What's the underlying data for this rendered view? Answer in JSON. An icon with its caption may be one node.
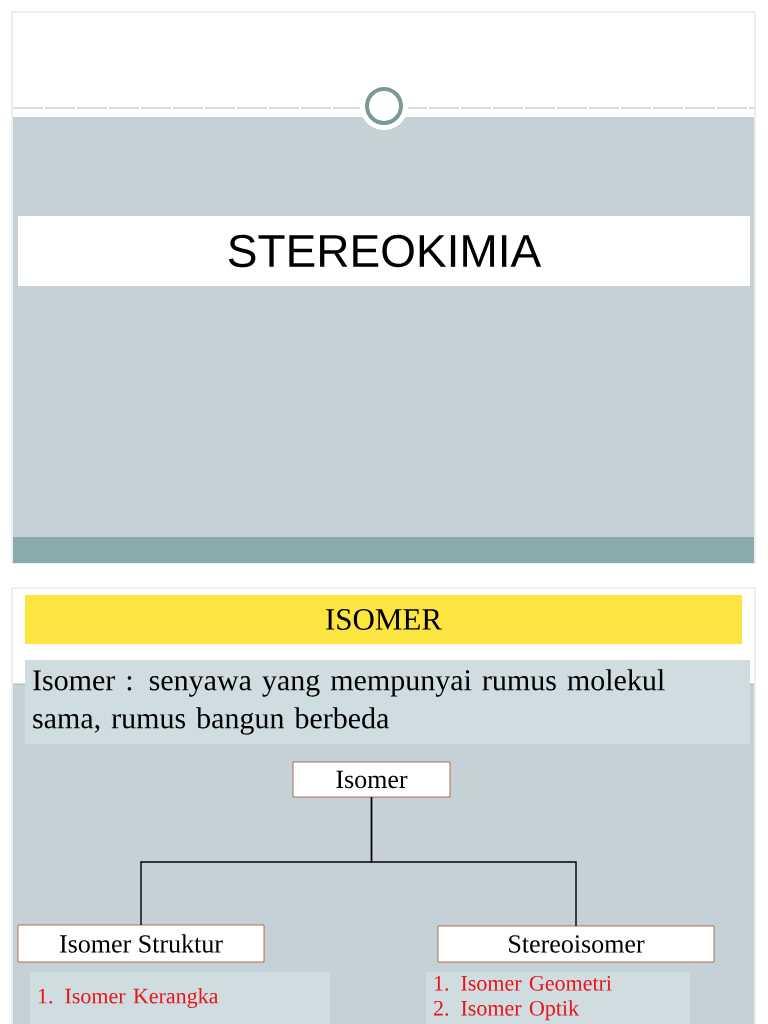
{
  "diagram": {
    "nodes": [
      {
        "text": [
          "STEREOKIMIA"
        ]
      },
      {
        "text": [
          "ISOMER"
        ]
      },
      {
        "text": [
          "Isomer : senyawa yang mempunyai rumus molekul sama, rumus bangun berbeda"
        ]
      },
      {
        "text": [
          "Isomer"
        ]
      },
      {
        "text": [
          "Isomer Struktur"
        ]
      },
      {
        "text": [
          "Stereoisomer"
        ]
      },
      {
        "text": [
          "1. Isomer Kerangka"
        ]
      },
      {
        "text": [
          "1. Isomer Geometri",
          "2. Isomer Optik"
        ]
      }
    ],
    "edges": [
      {
        "from": 3,
        "to": 4,
        "arrow": "none"
      },
      {
        "from": 3,
        "to": 5,
        "arrow": "none"
      }
    ]
  }
}
